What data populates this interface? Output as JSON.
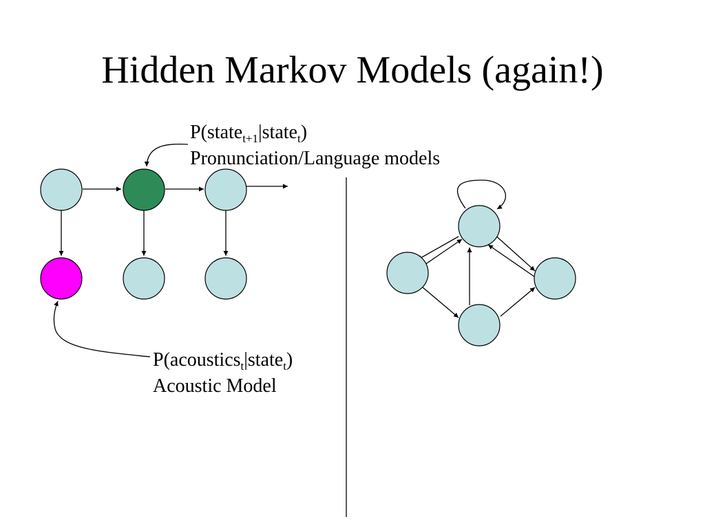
{
  "slide": {
    "title": "Hidden Markov Models (again!)"
  },
  "transition_label": {
    "prefix": "P(state",
    "sub1": "t+1",
    "middle": "|state",
    "sub2": "t",
    "suffix": ")",
    "line2": "Pronunciation/Language models"
  },
  "acoustic_label": {
    "prefix": "P(acoustics",
    "sub1": "t",
    "middle": "|state",
    "sub2": "t",
    "suffix": ")",
    "line2": "Acoustic Model"
  },
  "colors": {
    "hidden_state": "#bde0e3",
    "observation": "#bde0e3",
    "highlighted_state": "#2e8b57",
    "highlighted_observation": "#ff00ff",
    "line": "#000000",
    "background": "#ffffff"
  }
}
